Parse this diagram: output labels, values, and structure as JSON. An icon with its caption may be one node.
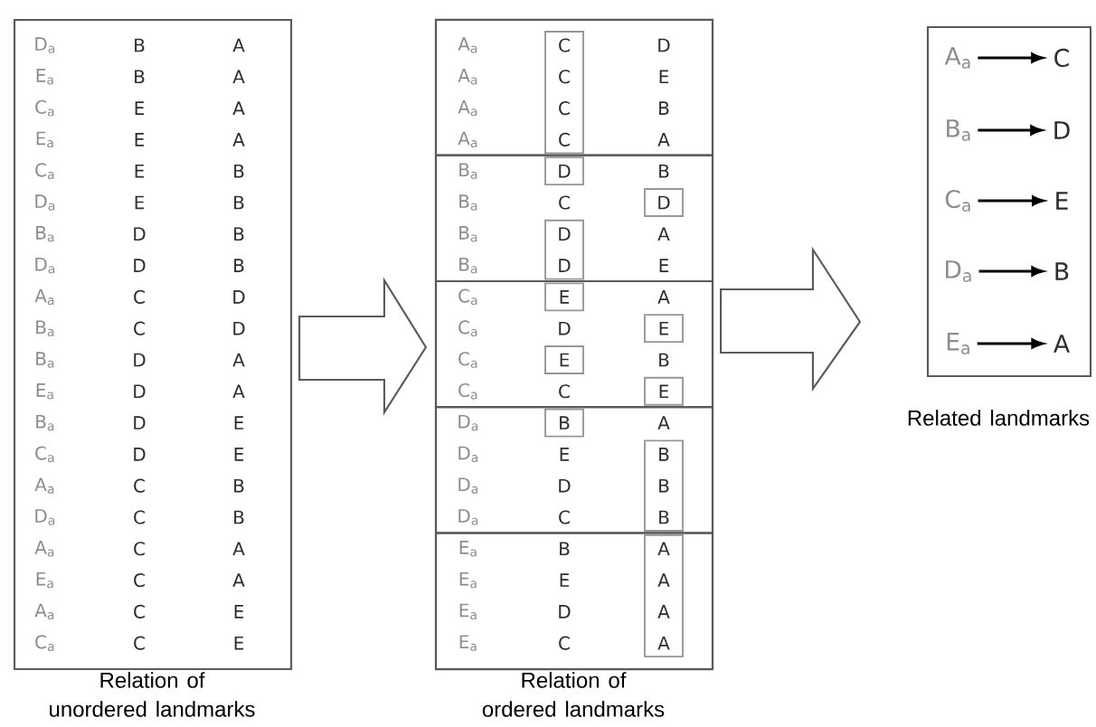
{
  "diagram": {
    "nodes": [
      {
        "text": [
          "D$_{a}$",
          "B",
          "A",
          "E$_{a}$",
          "B",
          "A",
          "C$_{a}$",
          "E",
          "A",
          "E$_{a}$",
          "E",
          "A",
          "C$_{a}$",
          "E",
          "B",
          "D$_{a}$",
          "E",
          "B",
          "B$_{a}$",
          "D",
          "B",
          "D$_{a}$",
          "D",
          "B",
          "A$_{a}$",
          "C",
          "D",
          "B$_{a}$",
          "C",
          "D",
          "B$_{a}$",
          "D",
          "A",
          "E$_{a}$",
          "D",
          "A",
          "B$_{a}$",
          "D",
          "E",
          "C$_{a}$",
          "D",
          "E",
          "A$_{a}$",
          "C",
          "B",
          "D$_{a}$",
          "C",
          "B",
          "A$_{a}$",
          "C",
          "A",
          "E$_{a}$",
          "C",
          "A",
          "A$_{a}$",
          "C",
          "E",
          "C$_{a}$",
          "C",
          "E"
        ],
        "beside": [
          "Relation of unordered landmarks"
        ]
      },
      {
        "text": [],
        "shape": "box",
        "beside": [
          "Relation of ordered landmarks"
        ]
      },
      {
        "text": [
          "A$_{a}$",
          "D",
          "A$_{a}$",
          "E",
          "A$_{a}$",
          "B",
          "A$_{a}$",
          "A"
        ],
        "in": 1
      },
      {
        "text": [
          "C",
          "C",
          "C",
          "C"
        ],
        "in": 2
      },
      {
        "text": [
          "B$_{a}$",
          "B",
          "B$_{a}$",
          "C",
          "B$_{a}$",
          "A",
          "B$_{a}$",
          "E"
        ],
        "in": 1
      },
      {
        "text": [
          "D"
        ],
        "in": 4
      },
      {
        "text": [
          "D"
        ],
        "in": 4
      },
      {
        "text": [
          "D",
          "D"
        ],
        "in": 4
      },
      {
        "text": [
          "C$_{a}$",
          "A",
          "C$_{a}$",
          "D",
          "C$_{a}$",
          "B",
          "C$_{a}$",
          "C"
        ],
        "in": 1
      },
      {
        "text": [
          "E"
        ],
        "in": 8
      },
      {
        "text": [
          "E"
        ],
        "in": 8
      },
      {
        "text": [
          "E"
        ],
        "in": 8
      },
      {
        "text": [
          "E"
        ],
        "in": 8
      },
      {
        "text": [
          "D$_{a}$",
          "A",
          "D$_{a}$",
          "E",
          "D$_{a}$",
          "D",
          "D$_{a}$",
          "C"
        ],
        "in": 1
      },
      {
        "text": [
          "B"
        ],
        "in": 13
      },
      {
        "text": [
          "B",
          "B",
          "B"
        ],
        "in": 13
      },
      {
        "text": [
          "E$_{a}$",
          "B",
          "E$_{a}$",
          "E",
          "E$_{a}$",
          "D",
          "E$_{a}$",
          "C"
        ],
        "in": 1
      },
      {
        "text": [
          "A",
          "A",
          "A",
          "A"
        ],
        "in": 16
      },
      {
        "text": [],
        "shape": "box",
        "beside": [
          "Related landmarks"
        ]
      },
      {
        "text": [
          "A$_{a}$"
        ],
        "in": 18
      },
      {
        "text": [
          "C"
        ],
        "in": 18
      },
      {
        "text": [
          "B$_{a}$"
        ],
        "in": 18
      },
      {
        "text": [
          "D"
        ],
        "in": 18
      },
      {
        "text": [
          "C$_{a}$"
        ],
        "in": 18
      },
      {
        "text": [
          "E"
        ],
        "in": 18
      },
      {
        "text": [
          "D$_{a}$"
        ],
        "in": 18
      },
      {
        "text": [
          "B"
        ],
        "in": 18
      },
      {
        "text": [
          "E$_{a}$"
        ],
        "in": 18
      },
      {
        "text": [
          "A"
        ],
        "in": 18
      }
    ],
    "edges": [
      {
        "from": 0,
        "to": 1,
        "arrow": "to"
      },
      {
        "from": 1,
        "to": 18,
        "arrow": "to"
      },
      {
        "from": 19,
        "to": 20,
        "arrow": "to"
      },
      {
        "from": 21,
        "to": 22,
        "arrow": "to"
      },
      {
        "from": 23,
        "to": 24,
        "arrow": "to"
      },
      {
        "from": 25,
        "to": 26,
        "arrow": "to"
      },
      {
        "from": 27,
        "to": 28,
        "arrow": "to"
      }
    ]
  }
}
